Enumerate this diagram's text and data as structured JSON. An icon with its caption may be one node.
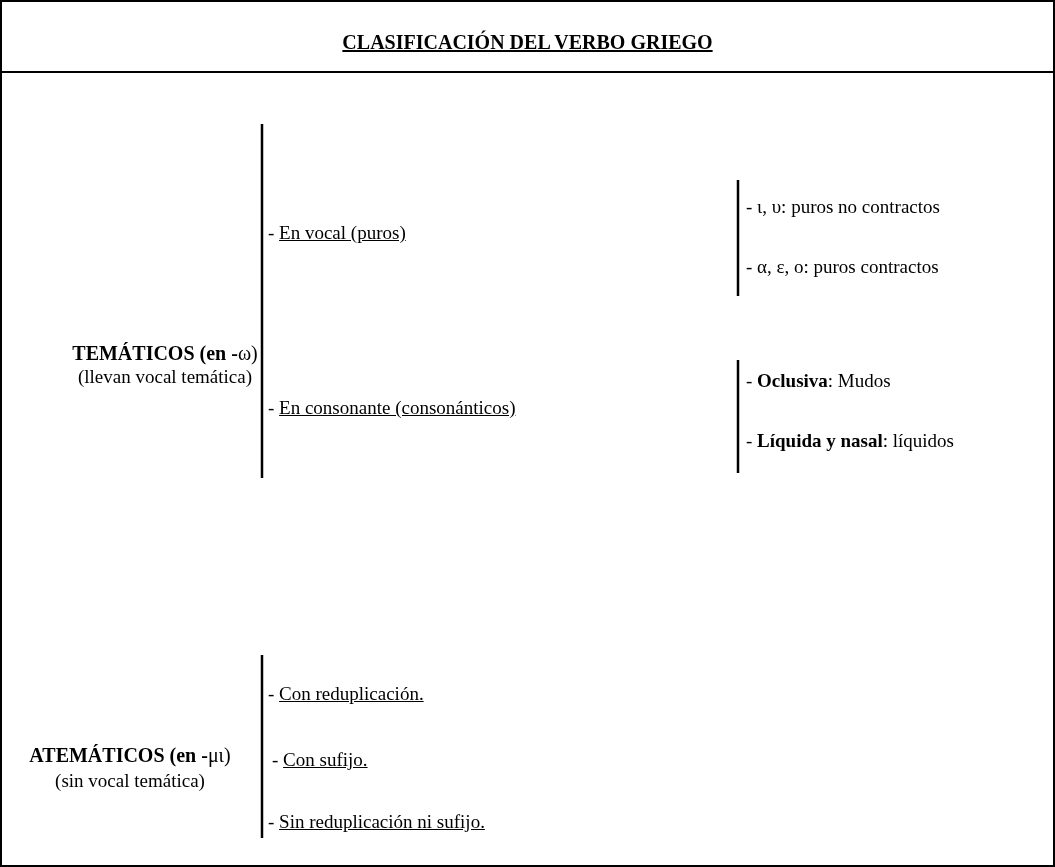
{
  "diagram": {
    "title": "CLASIFICACIÓN DEL VERBO GRIEGO",
    "labels": [
      "- ι, υ: puros no contractos",
      "- En vocal (puros)",
      "- α, ε, ο: puros contractos",
      "**TEMÁTICOS (en -**ω)",
      "(llevan vocal temática)",
      "- **Oclusiva**: Mudos",
      "- En consonante (consonánticos)",
      "- **Líquida y nasal**: líquidos",
      "- Con reduplicación.",
      "**ATEMÁTICOS (en -**μι)",
      "- Con sufijo.",
      "(sin vocal temática)",
      "- Sin reduplicación ni sufijo."
    ]
  }
}
